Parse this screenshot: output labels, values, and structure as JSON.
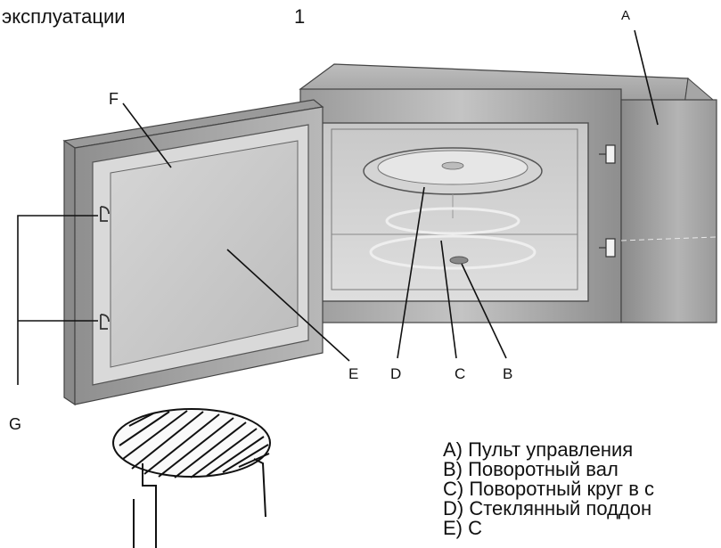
{
  "header": {
    "title": "эксплуатации",
    "page_number": "1"
  },
  "labels": {
    "A": "A",
    "B": "B",
    "C": "C",
    "D": "D",
    "E": "E",
    "F": "F",
    "G": "G"
  },
  "legend": [
    "A) Пульт управления",
    "B) Поворотный вал",
    "C) Поворотный круг в с",
    "D) Стеклянный поддон",
    "E) С"
  ]
}
